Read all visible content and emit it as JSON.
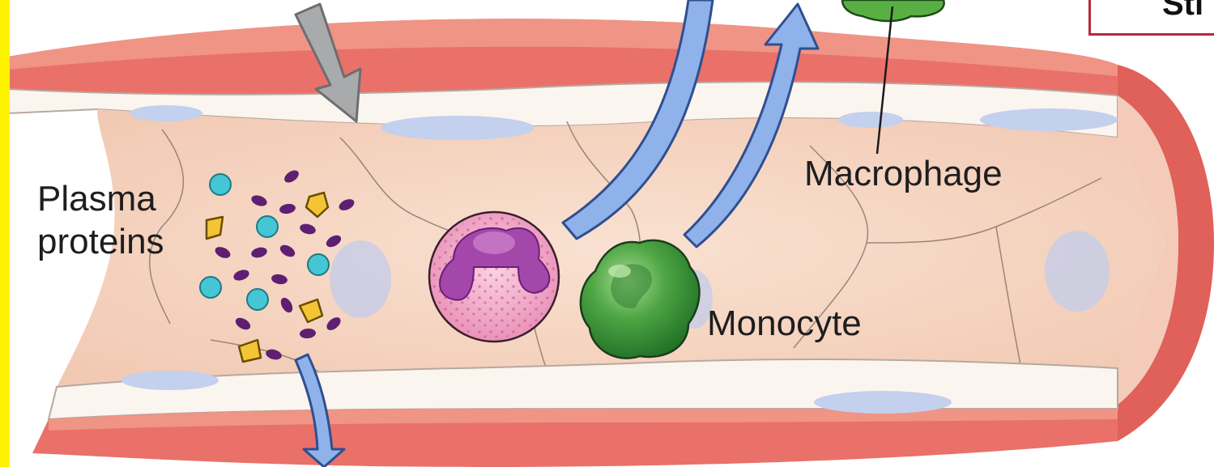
{
  "labels": {
    "plasma_line1": "Plasma",
    "plasma_line2": "proteins",
    "macrophage": "Macrophage",
    "monocyte": "Monocyte",
    "corner_fragment": "Stı"
  },
  "colors": {
    "edge_strip": "#fdf200",
    "vessel_outer": "#e0605a",
    "vessel_outer_light": "#f08c80",
    "endothelium": "#fbf4ee",
    "lumen": "#f6d6c2",
    "nucleus_blue": "#b8c6e8",
    "arrow_blue": "#8fb2ea",
    "arrow_outline": "#2f4f90",
    "grey_arrow": "#a9aaab",
    "protein_cyan": "#45c6d4",
    "protein_purple": "#5e1f72",
    "protein_yellow": "#f2c436",
    "neutrophil_cytoplasm": "#efa0c2",
    "neutrophil_nucleus": "#a447aa",
    "monocyte_green": "#3c9a3c",
    "macrophage_green": "#58b044",
    "corner_box_border": "#b8283c"
  },
  "icons": [
    "grey-arrow",
    "blue-arrow",
    "neutrophil-cell",
    "monocyte-cell",
    "macrophage-cell"
  ]
}
